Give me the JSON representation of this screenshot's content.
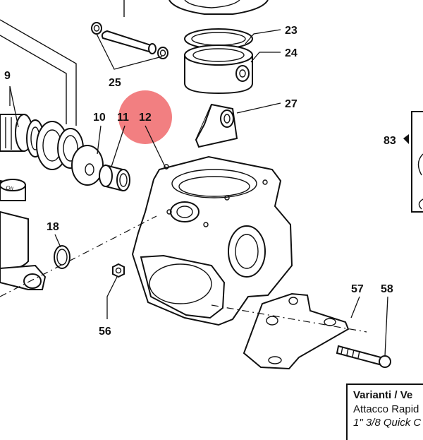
{
  "labels": {
    "p9": "9",
    "p10": "10",
    "p11": "11",
    "p12": "12",
    "p18": "18",
    "p23": "23",
    "p24": "24",
    "p25": "25",
    "p27": "27",
    "p56": "56",
    "p57": "57",
    "p58": "58",
    "p83": "83"
  },
  "dipstick_text": "OIL",
  "legend": {
    "title": "Varianti  /  Ve",
    "line1": "Attacco Rapid",
    "line2": "1\" 3/8 Quick C"
  },
  "colors": {
    "line": "#111111",
    "highlight": "#f0696b",
    "background": "#ffffff"
  }
}
